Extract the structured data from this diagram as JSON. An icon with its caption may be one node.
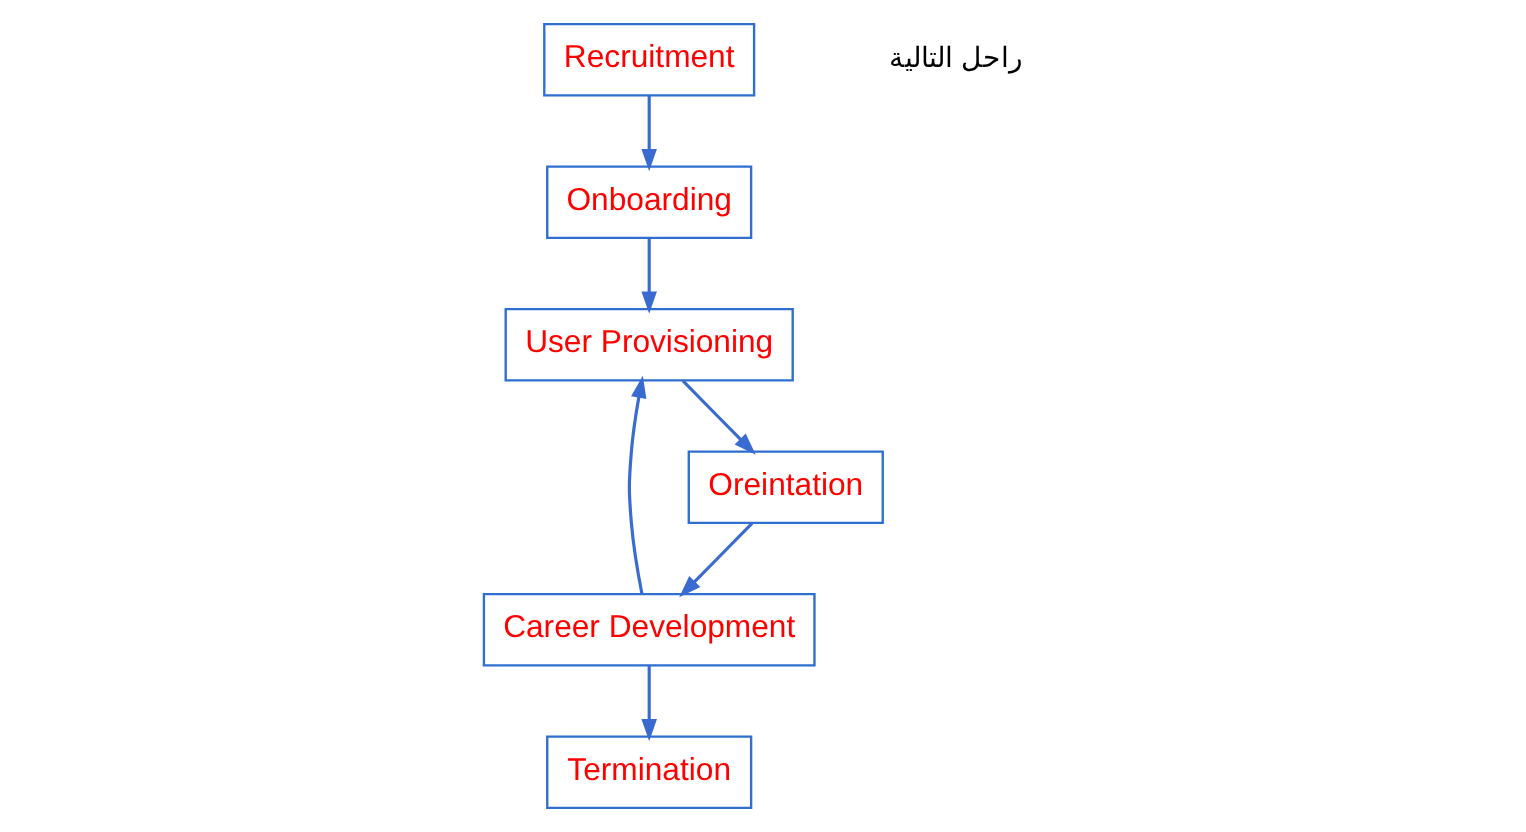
{
  "diagram": {
    "nodes": [
      {
        "text": [
          "Recruitment"
        ]
      },
      {
        "text": [
          "Termination"
        ]
      },
      {
        "text": [
          "Onboarding"
        ]
      },
      {
        "text": [
          "Career Development"
        ]
      },
      {
        "text": [
          "User Provisioning"
        ]
      },
      {
        "text": [
          "Oreintation"
        ]
      }
    ],
    "edges": [
      {
        "from": 0,
        "to": 2,
        "arrow": "to"
      },
      {
        "from": 2,
        "to": 4,
        "arrow": "to"
      },
      {
        "from": 3,
        "to": 4,
        "arrow": "to"
      },
      {
        "from": 4,
        "to": 5,
        "arrow": "to"
      },
      {
        "from": 5,
        "to": 3,
        "arrow": "to"
      },
      {
        "from": 3,
        "to": 1,
        "arrow": "to"
      }
    ],
    "labels": [
      "راحل التالية"
    ]
  }
}
